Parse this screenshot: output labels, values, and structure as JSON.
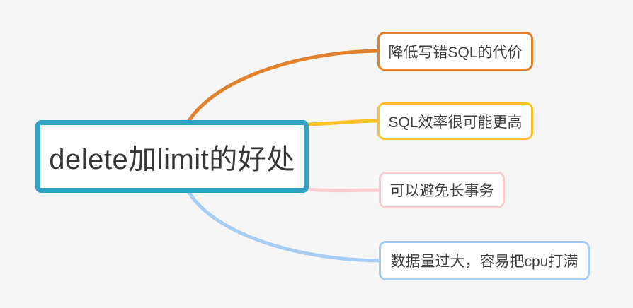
{
  "canvas": {
    "background_color": "#f6f6f6"
  },
  "root": {
    "label": "delete加limit的好处",
    "color": "#32a1c6",
    "text_color": "#373737"
  },
  "branches": [
    {
      "label": "降低写错SQL的代价",
      "color": "#e2812c"
    },
    {
      "label": "SQL效率很可能更高",
      "color": "#fbc22d"
    },
    {
      "label": "可以避免长事务",
      "color": "#f9ccd2"
    },
    {
      "label": "数据量过大，容易把cpu打满",
      "color": "#a7cdf4"
    }
  ]
}
